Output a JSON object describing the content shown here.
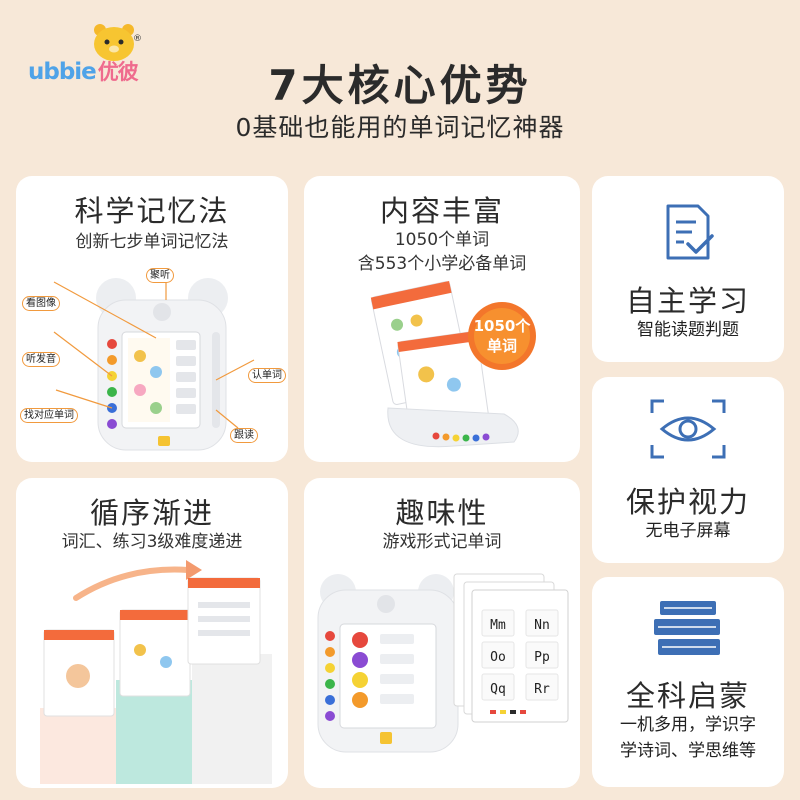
{
  "brand": {
    "logo_latin": "ubbie",
    "logo_cn": "优彼",
    "reg_mark": "®"
  },
  "header": {
    "title": "7大核心优势",
    "subtitle": "0基础也能用的单词记忆神器"
  },
  "cards": {
    "memory": {
      "title": "科学记忆法",
      "subtitle": "创新七步单词记忆法",
      "callouts": {
        "listen": "聚听",
        "look": "看图像",
        "hear": "听发音",
        "find": "找对应单词",
        "recognize": "认单词",
        "follow": "跟读"
      }
    },
    "rich": {
      "title": "内容丰富",
      "line1": "1050个单词",
      "line2": "含553个小学必备单词",
      "burst_line1": "1050个",
      "burst_line2": "单词"
    },
    "steps": {
      "title": "循序渐进",
      "subtitle": "词汇、练习3级难度递进"
    },
    "fun": {
      "title": "趣味性",
      "subtitle": "游戏形式记单词",
      "letters": [
        "Mm",
        "Nn",
        "Oo",
        "Pp",
        "Qq",
        "Rr"
      ]
    },
    "self": {
      "title": "自主学习",
      "subtitle": "智能读题判题",
      "icon": "checklist-icon"
    },
    "eye": {
      "title": "保护视力",
      "subtitle": "无电子屏幕",
      "icon": "eye-icon"
    },
    "all": {
      "title": "全科启蒙",
      "line1": "一机多用，学识字",
      "line2": "学诗词、学思维等",
      "icon": "books-icon"
    }
  },
  "colors": {
    "background": "#f7e8d8",
    "card": "#ffffff",
    "accent_orange": "#f19a3e",
    "icon_blue": "#3d6fb5",
    "device_white": "#f3f4f6"
  }
}
